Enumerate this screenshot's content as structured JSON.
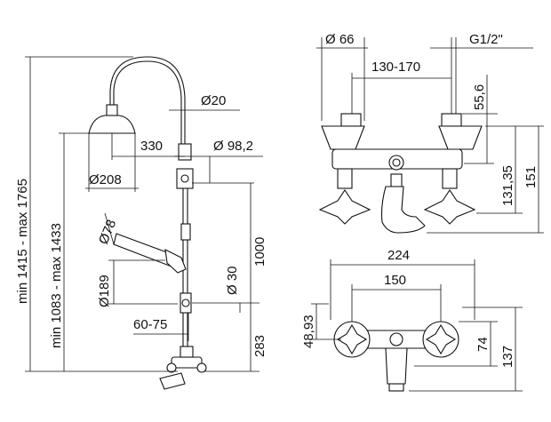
{
  "dimensions": {
    "overall_height": "min 1415 - max 1765",
    "inner_height": "min 1083 - max 1433",
    "arm_diameter": "Ø20",
    "arm_reach": "330",
    "head_diameter": "Ø208",
    "bracket_diameter": "Ø 98,2",
    "riser_length": "1000",
    "hand_shower_angle": "Ø78",
    "hand_shower_diameter": "Ø189",
    "rail_diameter": "Ø 30",
    "rail_offset": "60-75",
    "lower_height": "283",
    "flange_diameter": "Ø 66",
    "thread": "G1/2\"",
    "inlet_centers": "130-170",
    "inlet_offset": "55,6",
    "body_height_a": "131,35",
    "body_height_b": "151",
    "overall_width": "224",
    "handle_centers": "150",
    "body_depth_a": "48,93",
    "body_depth_b": "74",
    "body_depth_c": "137"
  }
}
